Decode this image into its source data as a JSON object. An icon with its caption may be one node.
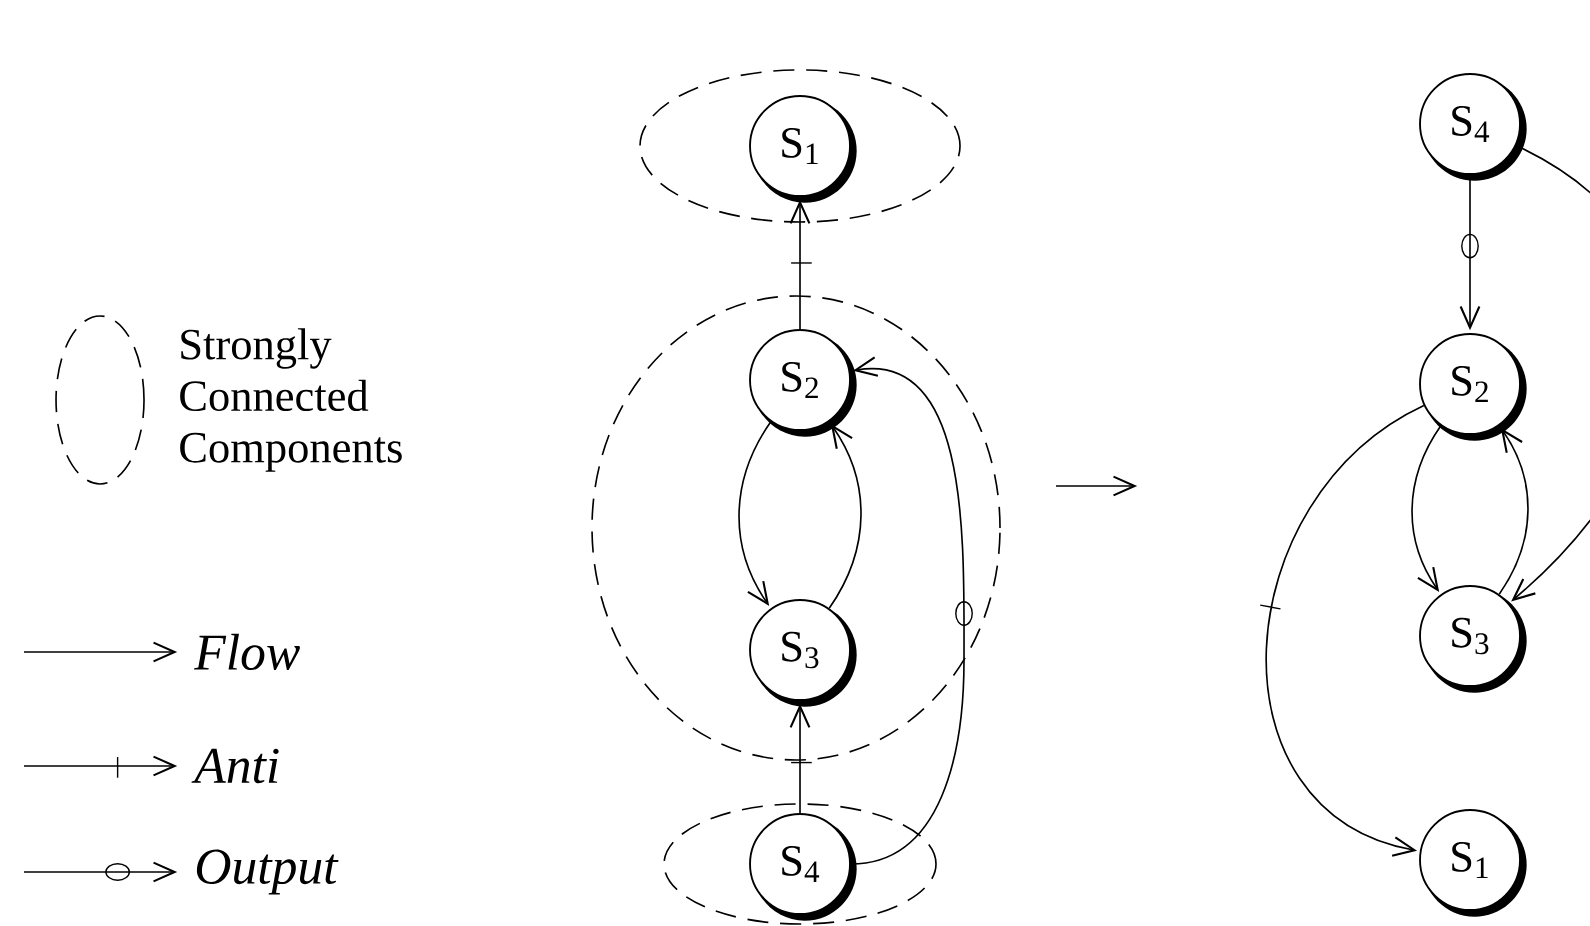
{
  "diagram": {
    "nodes": [
      {
        "text": [],
        "shape": "ellipse"
      },
      {
        "text": [
          "S$_{1}$"
        ],
        "in": 0
      },
      {
        "text": [],
        "shape": "ellipse"
      },
      {
        "text": [
          "S$_{2}$"
        ],
        "in": 2
      },
      {
        "text": [
          "S$_{3}$"
        ],
        "in": 2
      },
      {
        "text": [],
        "shape": "ellipse"
      },
      {
        "text": [
          "S$_{4}$"
        ],
        "in": 5
      },
      {
        "text": [
          "S$_{4}$"
        ]
      },
      {
        "text": [
          "S$_{2}$"
        ]
      },
      {
        "text": [
          "S$_{3}$"
        ]
      },
      {
        "text": [
          "S$_{1}$"
        ]
      }
    ],
    "edges": [
      {
        "from": 3,
        "to": 1,
        "arrow": "to"
      },
      {
        "from": 3,
        "to": 4,
        "arrow": "to"
      },
      {
        "from": 4,
        "to": 3,
        "arrow": "to"
      },
      {
        "from": 6,
        "to": 4,
        "arrow": "to"
      },
      {
        "from": 6,
        "to": 3,
        "arrow": "to"
      },
      {
        "from": 7,
        "to": 8,
        "arrow": "to"
      },
      {
        "from": 8,
        "to": 9,
        "arrow": "to"
      },
      {
        "from": 9,
        "to": 8,
        "arrow": "to"
      },
      {
        "from": 7,
        "to": 9,
        "arrow": "to"
      },
      {
        "from": 8,
        "to": 10,
        "arrow": "to"
      }
    ],
    "legend": [
      {
        "text": "Strongly Connected Components"
      },
      {
        "text": "Flow"
      },
      {
        "text": "Anti"
      },
      {
        "text": "Output"
      }
    ]
  }
}
